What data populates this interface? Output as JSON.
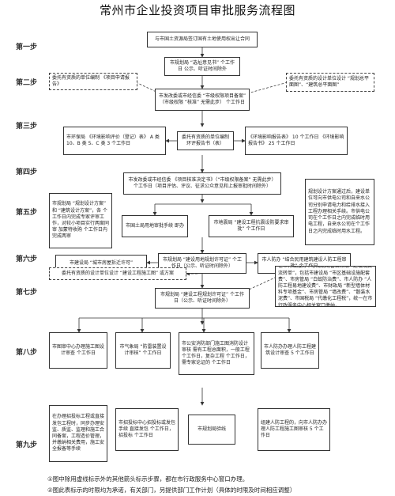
{
  "title": "常州市企业投资项目审批服务流程图",
  "steps": [
    "第一步",
    "第二步",
    "第三步",
    "第四步",
    "第五步",
    "第六步",
    "第七步",
    "第八步",
    "第九步"
  ],
  "boxes": {
    "b1": "与市国土资源局签订国有土地使用权出让合同",
    "b2": "市规划局 “选址意见书” 个工作日 公示、听证时间除外",
    "b2l": "委托有资质的单位编制 《项目申请报告》",
    "b2r": "委托有资质的设计单位设计 “规划总平面图”、“建筑总平面图”",
    "b3": "市发改委或市经信委 “市级权限项目备案” （市级权限 “核准” 无需此步） 个工作日",
    "b4a": "市环保局 《环境影响评价（登记）表》 A 类 10、B 类 5、C 类 3 个工作日",
    "b4b": "委托有资质的单位编制环评报告书（表）",
    "b4c": "《环境影响报告表》 10 个工作日 《环境影响报告书》 25 个工作日",
    "b5": "市发改委或市经信委 《项目核准决定书》（“市级权限备案” 无需此步） 个工作日（项目评估、评议、征求公众意见和上报审批时间除外）",
    "b5r": "规划设计方案通过后，建设单位可向市供电公司和自来水公司分别申请电力和给排水接入工程办理相关手续。市供电公司在个工作日之内完成临时用电工程，自来水公司在个工作日之内完成临时用水工程。",
    "b6l": "市规划局 “规划设计方案” 和 “建筑设计方案”，各 个工作日内完成专家评审工作，对较小项目实行两案同审 加蒙特收购 个工作日内完成两审",
    "b6a": "市国土局用地审批手续 即办",
    "b6b": "市地震局 “建设工程抗震设防要求审批” 个工作日",
    "b7": "市规划局 “建设用地规划许可证” 个工作日（公示、听证时间除外）",
    "b7l": "市建设局 “城市房屋拆迁许可”",
    "b7r": "市人防办 “结合民用建筑建设人防工程审批” 个工作日",
    "b8l": "委托有资质的设计单位设计 “建设工程施工图” 或方案",
    "b8r": "在市行政服务中心规划局窗口领取 “建设规费流转单”，包括市建设局 “市区基础设施配套费”、市房管局 “白蚁防治费”、市人防办 “人防工程易地建设费”、市财政局 “新型墙体材料专项基金”、市房管局 “墙改费”、“散装水泥费”、市国税局 “代缴化工程税”，统一在市行政服务中心相关窗口缴纳。",
    "b9": "市规划局 “建设工程规划许可证” 个工作日（公示、听证时间除外）",
    "b10a": "市图审中心办理施工图设计审查 个工作日",
    "b10b": "市气象局 “防雷装置设计审核” 个工作日",
    "b10c": "市公安消防部门施工图消防设计审核 需有工程总面积，一般工程 个工作日，复杂工程 个工作日，需专家论证的 个工作日",
    "b10d": "市人防办办理人防工程建筑设计审查 5 个工作日",
    "b11a": "在办理招投标工程或直接发包工程时，同步办理安监、质监、监理和施工合同备案，工程造价管理，并缴纳相关费用，施工安全报备等手续",
    "b11b": "市招投标中心招投标或发包手续 直接发包 个工作日，招投标 个工作日",
    "b11c": "市规划局验线",
    "b11d": "组建人防工程的，向市人防办办理人防工程施工图审核 5 个工作日"
  },
  "notes": [
    "①图中除用虚线标示外的其他箭头标示步骤，都在市行政服务中心窗口办理。",
    "②图此表标示的时限均为承诺，有关部门，另提供部门工作计划（具体的时限及时间相应调整）"
  ],
  "colors": {
    "line": "#333333",
    "background": "#ffffff"
  }
}
